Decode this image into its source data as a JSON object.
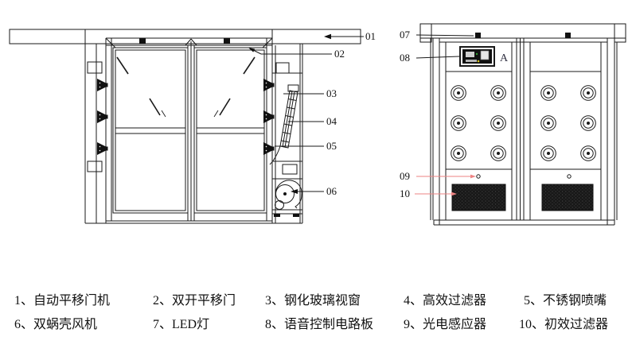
{
  "callouts": {
    "left": [
      "01",
      "02",
      "03",
      "04",
      "05",
      "06"
    ],
    "right": [
      "07",
      "08",
      "09",
      "10"
    ],
    "detail_marker": "A"
  },
  "legend": {
    "row1": [
      "1、自动平移门机",
      "2、双开平移门",
      "3、钢化玻璃视窗",
      "4、高效过滤器",
      "5、不锈钢喷嘴"
    ],
    "row2": [
      "6、双蜗壳风机",
      "7、LED灯",
      "8、语音控制电路板",
      "9、光电感应器",
      "10、初效过滤器"
    ]
  },
  "colors": {
    "line": "#1a1a1a",
    "leader_accent": "#ee8383",
    "text": "#111111",
    "detail_marker": "#333344",
    "background": "#ffffff"
  }
}
